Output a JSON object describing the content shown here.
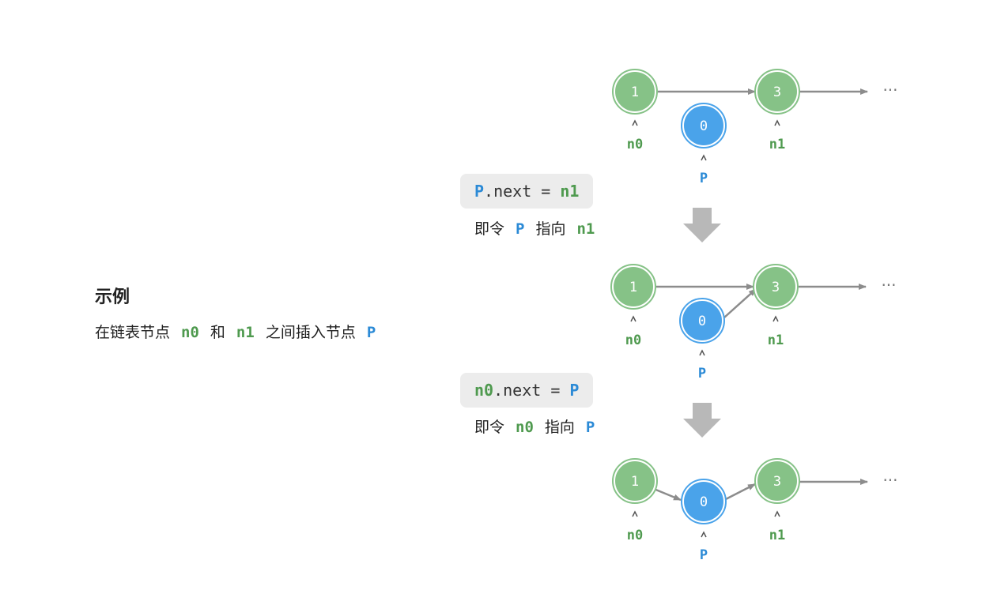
{
  "example": {
    "title": "示例",
    "desc_part1": "在链表节点",
    "n0": "n0",
    "desc_and": "和",
    "n1": "n1",
    "desc_part2": "之间插入节点",
    "p": "P"
  },
  "step1": {
    "code_var": "P",
    "code_rest": ".next = ",
    "code_target": "n1",
    "desc_prefix": "即令",
    "desc_var": "P",
    "desc_mid": "指向",
    "desc_target": "n1"
  },
  "step2": {
    "code_var": "n0",
    "code_rest": ".next = ",
    "code_target": "P",
    "desc_prefix": "即令",
    "desc_var": "n0",
    "desc_mid": "指向",
    "desc_target": "P"
  },
  "nodes": {
    "n0_value": "1",
    "n1_value": "3",
    "p_value": "0",
    "n0_label": "n0",
    "n1_label": "n1",
    "p_label": "P",
    "ellipsis": "···"
  },
  "colors": {
    "green_node": "#86c287",
    "blue_node": "#4aa3ea",
    "green_text": "#4f9a4f",
    "blue_text": "#2b8ad6",
    "arrow": "#8c8c8c",
    "step_arrow": "#b8b8b8"
  }
}
